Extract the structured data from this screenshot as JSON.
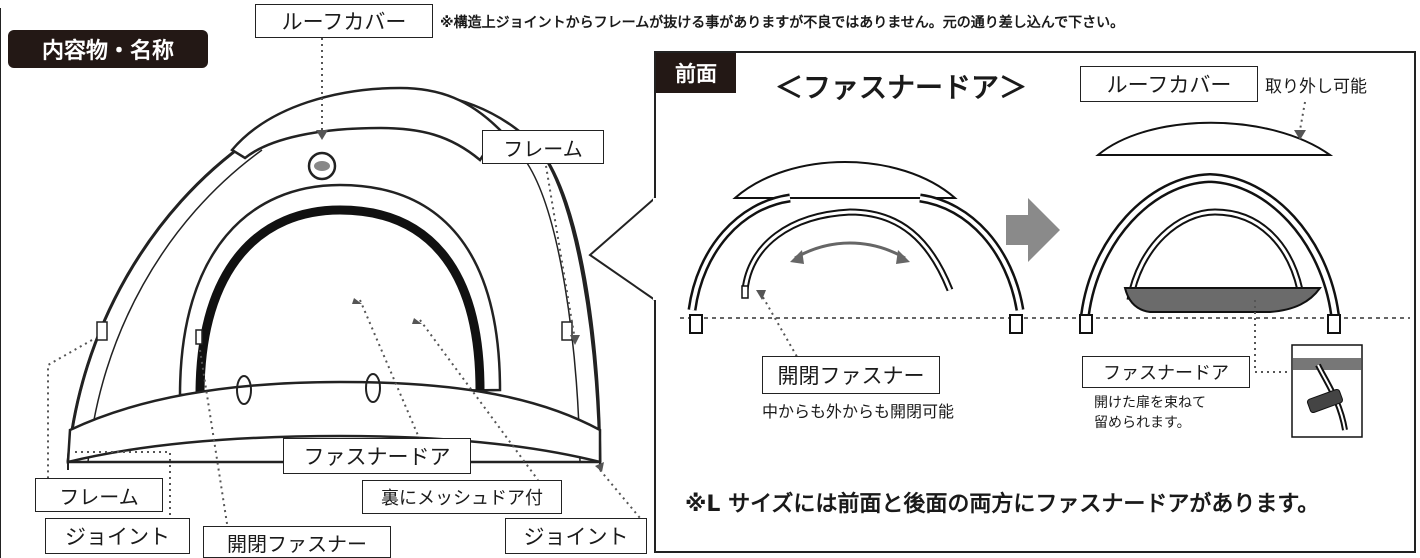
{
  "section_tag": "内容物・名称",
  "roof_cover_label": "ルーフカバー",
  "frame_note": "※構造上ジョイントからフレームが抜ける事がありますが不良ではありません。元の通り差し込んで下さい。",
  "left_labels": {
    "frame_top": "フレーム",
    "frame_left": "フレーム",
    "joint_left": "ジョイント",
    "zipper_left": "開閉ファスナー",
    "zipper_door": "ファスナードア",
    "mesh_door": "裏にメッシュドア付",
    "joint_right": "ジョイント"
  },
  "panel": {
    "tag": "前面",
    "title": "＜ファスナードア＞",
    "roof_cover_label": "ルーフカバー",
    "removable": "取り外し可能",
    "zipper_label": "開閉ファスナー",
    "zipper_desc": "中からも外からも開閉可能",
    "door_label": "ファスナードア",
    "door_desc_1": "開けた扉を束ねて",
    "door_desc_2": "留められます。",
    "footer_note": "※L サイズには前面と後面の両方にファスナードアがあります。"
  }
}
